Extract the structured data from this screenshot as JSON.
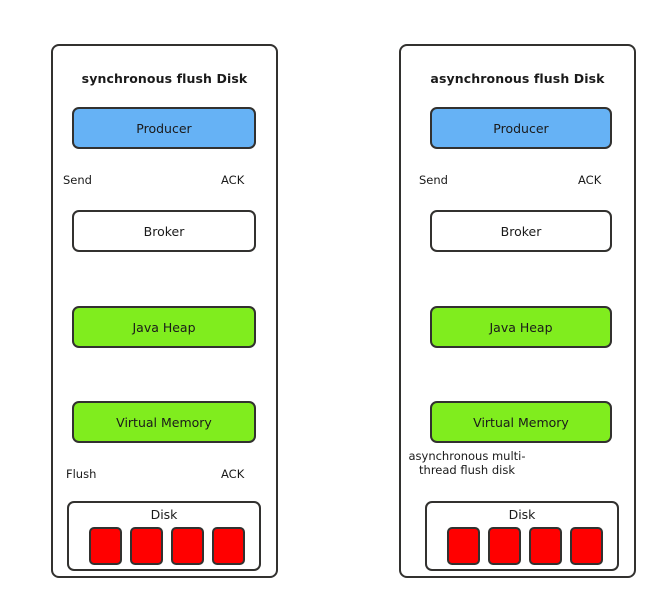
{
  "diagram": {
    "title_left": "synchronous flush Disk",
    "title_right": "asynchronous flush Disk",
    "colors": {
      "producer_fill": "#66B2F5",
      "memory_fill": "#80ED1E",
      "disk_cell_fill": "#FF0000",
      "stroke": "#32312F",
      "ack_arrow": "#0000FF",
      "flow_arrow": "#32312F",
      "background": "#FFFFFF"
    }
  },
  "panels": [
    {
      "id": "synchronous",
      "title": "synchronous flush Disk",
      "nodes": [
        {
          "id": "producer",
          "label": "Producer",
          "style": "blue"
        },
        {
          "id": "broker",
          "label": "Broker",
          "style": "white"
        },
        {
          "id": "java-heap",
          "label": "Java Heap",
          "style": "green"
        },
        {
          "id": "virtual-memory",
          "label": "Virtual Memory",
          "style": "green"
        },
        {
          "id": "disk",
          "label": "Disk",
          "style": "white"
        }
      ],
      "disk_cells": 4,
      "edge_labels": [
        {
          "id": "send",
          "text": "Send"
        },
        {
          "id": "ack-top",
          "text": "ACK"
        },
        {
          "id": "flush",
          "text": "Flush"
        },
        {
          "id": "ack-bottom",
          "text": "ACK"
        }
      ],
      "flows": [
        {
          "from": "producer",
          "to": "broker",
          "kind": "send",
          "style": "solid-black"
        },
        {
          "from": "broker",
          "to": "java-heap",
          "kind": "write",
          "style": "solid-black"
        },
        {
          "from": "java-heap",
          "to": "virtual-memory",
          "kind": "write",
          "style": "solid-black"
        },
        {
          "from": "virtual-memory",
          "to": "disk",
          "kind": "flush",
          "style": "solid-black"
        },
        {
          "from": "disk",
          "to": "virtual-memory",
          "kind": "ack",
          "style": "solid-blue"
        },
        {
          "from": "virtual-memory",
          "to": "java-heap",
          "kind": "ack",
          "style": "solid-blue"
        },
        {
          "from": "java-heap",
          "to": "broker",
          "kind": "ack",
          "style": "solid-blue"
        },
        {
          "from": "broker",
          "to": "producer",
          "kind": "ack",
          "style": "solid-blue"
        }
      ]
    },
    {
      "id": "asynchronous",
      "title": "asynchronous flush Disk",
      "nodes": [
        {
          "id": "producer",
          "label": "Producer",
          "style": "blue"
        },
        {
          "id": "broker",
          "label": "Broker",
          "style": "white"
        },
        {
          "id": "java-heap",
          "label": "Java Heap",
          "style": "green"
        },
        {
          "id": "virtual-memory",
          "label": "Virtual Memory",
          "style": "green"
        },
        {
          "id": "disk",
          "label": "Disk",
          "style": "white"
        }
      ],
      "disk_cells": 4,
      "edge_labels": [
        {
          "id": "send",
          "text": "Send"
        },
        {
          "id": "ack-top",
          "text": "ACK"
        },
        {
          "id": "async-flush",
          "text": "asynchronous multi-thread flush disk"
        }
      ],
      "flows": [
        {
          "from": "producer",
          "to": "broker",
          "kind": "send",
          "style": "solid-black"
        },
        {
          "from": "broker",
          "to": "java-heap",
          "kind": "write",
          "style": "solid-black"
        },
        {
          "from": "java-heap",
          "to": "virtual-memory",
          "kind": "write",
          "style": "solid-black"
        },
        {
          "from": "virtual-memory",
          "to": "disk",
          "kind": "async-flush",
          "style": "dashed-black"
        },
        {
          "from": "virtual-memory",
          "to": "java-heap",
          "kind": "ack",
          "style": "solid-blue"
        },
        {
          "from": "java-heap",
          "to": "broker",
          "kind": "ack",
          "style": "solid-blue"
        },
        {
          "from": "broker",
          "to": "producer",
          "kind": "ack",
          "style": "solid-blue"
        }
      ]
    }
  ]
}
